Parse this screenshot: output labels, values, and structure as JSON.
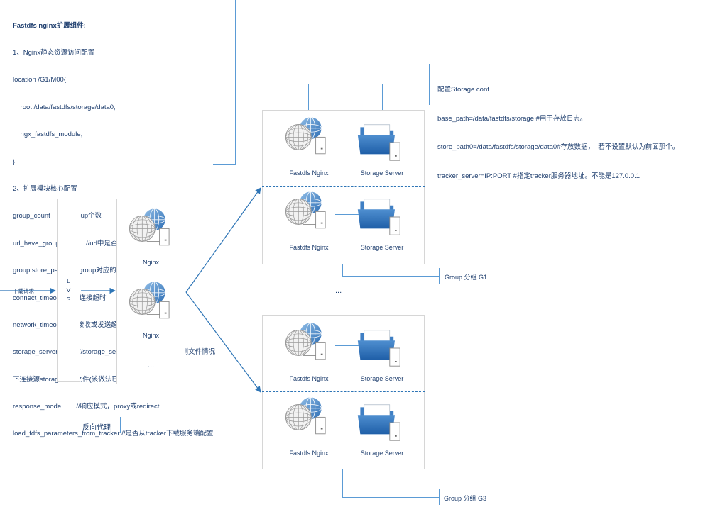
{
  "left_note": {
    "title": "Fastdfs nginx扩展组件:",
    "lines": [
      "1、Nginx静态资源访问配置",
      "location /G1/M00{",
      "    root /data/fastdfs/storage/data0;",
      "    ngx_fastdfs_module;",
      "}",
      "2、扩展模块核心配置",
      "group_count         //group个数",
      "url_have_group_name   //url中是否包含group",
      "group.store_path      //group对应的存储路径",
      "connect_timeout       //连接超时",
      "network_timeout      //接收或发送超时",
      "storage_server_port   //storage_server端口，用于在找不到文件情况",
      "下连接源storage下载文件(该做法已过时)",
      "response_mode        //响应模式，proxy或redirect",
      "load_fdfs_parameters_from_tracker //是否从tracker下载服务端配置"
    ]
  },
  "right_note": {
    "lines": [
      "配置Storage.conf",
      "base_path=/data/fastdfs/storage #用于存放日志。",
      "store_path0=/data/fastdfs/storage/data0#存放数据，  若不设置默认为前面那个。",
      "tracker_server=IP:PORT #指定tracker服务器地址。不能是127.0.0.1"
    ]
  },
  "request_label": "下载请求",
  "lvs_label": "L\nV\nS",
  "nginx_cluster": {
    "nodes": [
      "Nginx",
      "Nginx"
    ],
    "ellipsis": "...",
    "annotation": "反向代理"
  },
  "groups": [
    {
      "label": "Group 分组 G1",
      "nodes": [
        {
          "nginx": "Fastdfs Nginx",
          "storage": "Storage Server"
        },
        {
          "nginx": "Fastdfs Nginx",
          "storage": "Storage Server"
        }
      ]
    },
    {
      "label": "Group 分组 G3",
      "nodes": [
        {
          "nginx": "Fastdfs Nginx",
          "storage": "Storage Server"
        },
        {
          "nginx": "Fastdfs Nginx",
          "storage": "Storage Server"
        }
      ]
    }
  ],
  "groups_ellipsis": "...",
  "colors": {
    "accent": "#5b9bd5",
    "arrow": "#2e75b6",
    "text": "#1e3e6e",
    "folder": "#2e75b6"
  }
}
